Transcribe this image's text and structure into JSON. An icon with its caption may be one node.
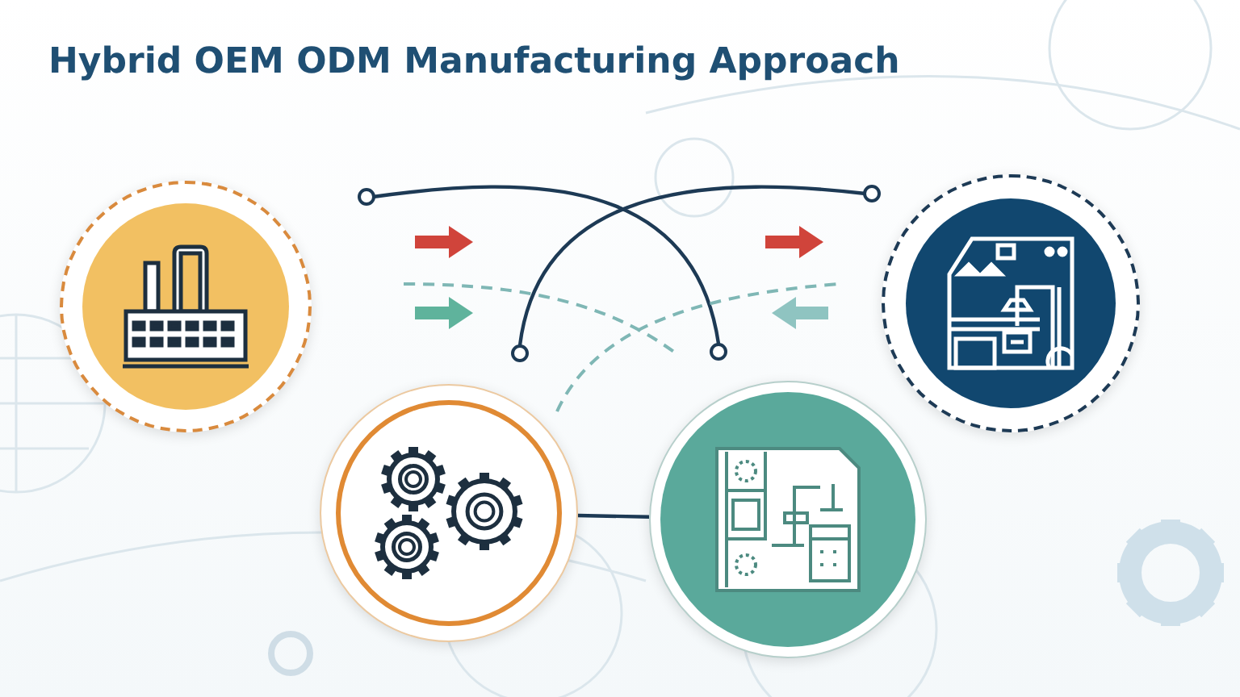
{
  "diagram": {
    "title": "Hybrid OEM ODM Manufacturing Approach",
    "nodes": [
      {
        "text": [],
        "shape": "picture"
      },
      {
        "text": [],
        "shape": "picture"
      },
      {
        "text": [],
        "shape": "picture"
      },
      {
        "text": [],
        "shape": "picture"
      }
    ],
    "edges": [
      {
        "from": 2,
        "to": 3,
        "arrow": "none"
      }
    ]
  }
}
